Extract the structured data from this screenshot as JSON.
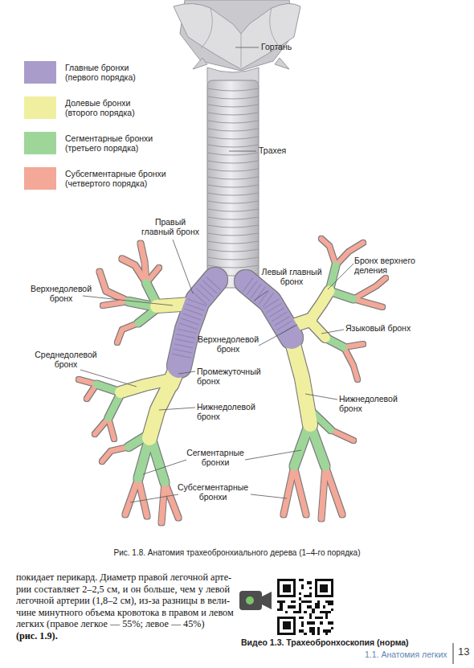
{
  "diagram": {
    "caption": "Рис. 1.8. Анатомия трахеобронхиального дерева (1–4-го порядка)",
    "labels": [
      "Гортань",
      "Трахея",
      "Правый главный бронх",
      "Левый главный бронх",
      "Бронх верхнего деления",
      "Верхнедолевой бронх",
      "Языковый бронх",
      "Верхнедолевой бронх",
      "Среднедолевой бронх",
      "Промежуточный бронх",
      "Нижнедолевой бронх",
      "Нижнедолевой бронх",
      "Сегментарные бронхи",
      "Субсегментарные бронхи",
      "покидает перикард. Диаметр правой легочной арте-",
      "рии составляет 2–2,5 см, и он больше, чем у левой",
      "легочной артерии (1,8–2 см), из-за разницы в вели-",
      "чине минутного объема кровотока в правом и левом",
      "легких (правое легкое — 55%; левое — 45%)",
      "(рис. 1.9).",
      "Видео 1.3. Трахеобронхоскопия (норма)",
      "1.1. Анатомия легких",
      "13"
    ],
    "legend": [
      {
        "text": "Главные бронхи (первого порядка)",
        "color": "#a99cca"
      },
      {
        "text": "Долевые бронхи (второго порядка)",
        "color": "#f0ef9f"
      },
      {
        "text": "Сегментарные бронхи (третьего порядка)",
        "color": "#9ed69a"
      },
      {
        "text": "Субсегментарные бронхи (четвертого порядка)",
        "color": "#f3a898"
      }
    ]
  }
}
